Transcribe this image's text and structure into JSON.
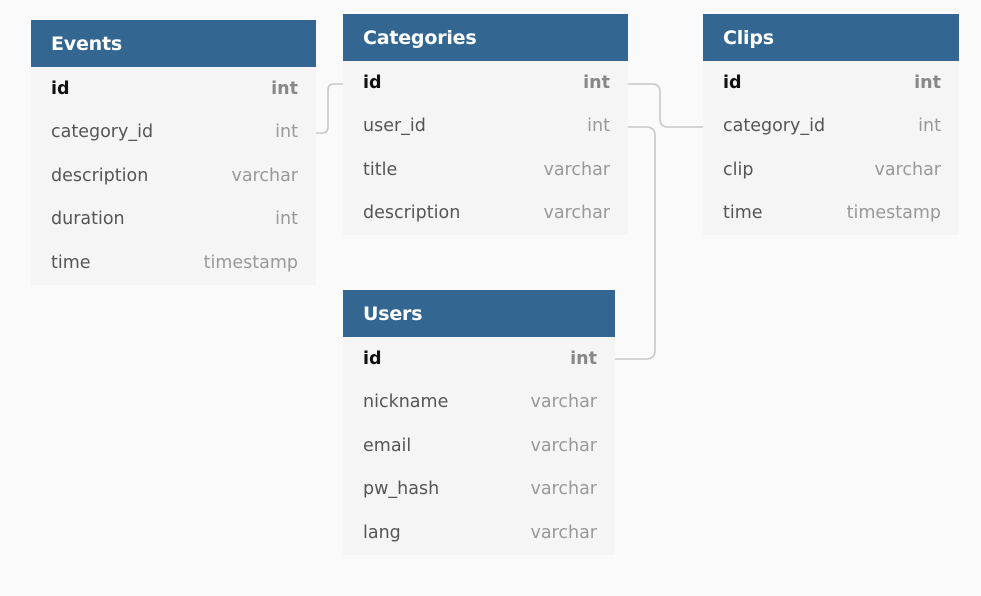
{
  "tables": {
    "events": {
      "title": "Events",
      "columns": [
        {
          "name": "id",
          "type": "int"
        },
        {
          "name": "category_id",
          "type": "int"
        },
        {
          "name": "description",
          "type": "varchar"
        },
        {
          "name": "duration",
          "type": "int"
        },
        {
          "name": "time",
          "type": "timestamp"
        }
      ]
    },
    "categories": {
      "title": "Categories",
      "columns": [
        {
          "name": "id",
          "type": "int"
        },
        {
          "name": "user_id",
          "type": "int"
        },
        {
          "name": "title",
          "type": "varchar"
        },
        {
          "name": "description",
          "type": "varchar"
        }
      ]
    },
    "clips": {
      "title": "Clips",
      "columns": [
        {
          "name": "id",
          "type": "int"
        },
        {
          "name": "category_id",
          "type": "int"
        },
        {
          "name": "clip",
          "type": "varchar"
        },
        {
          "name": "time",
          "type": "timestamp"
        }
      ]
    },
    "users": {
      "title": "Users",
      "columns": [
        {
          "name": "id",
          "type": "int"
        },
        {
          "name": "nickname",
          "type": "varchar"
        },
        {
          "name": "email",
          "type": "varchar"
        },
        {
          "name": "pw_hash",
          "type": "varchar"
        },
        {
          "name": "lang",
          "type": "varchar"
        }
      ]
    }
  },
  "relations": [
    {
      "from": "events.category_id",
      "to": "categories.id"
    },
    {
      "from": "clips.category_id",
      "to": "categories.id"
    },
    {
      "from": "categories.user_id",
      "to": "users.id"
    }
  ],
  "colors": {
    "header": "#336791",
    "table_body": "#f5f5f5",
    "background": "#fafafa",
    "connector": "#c8c8c8"
  }
}
